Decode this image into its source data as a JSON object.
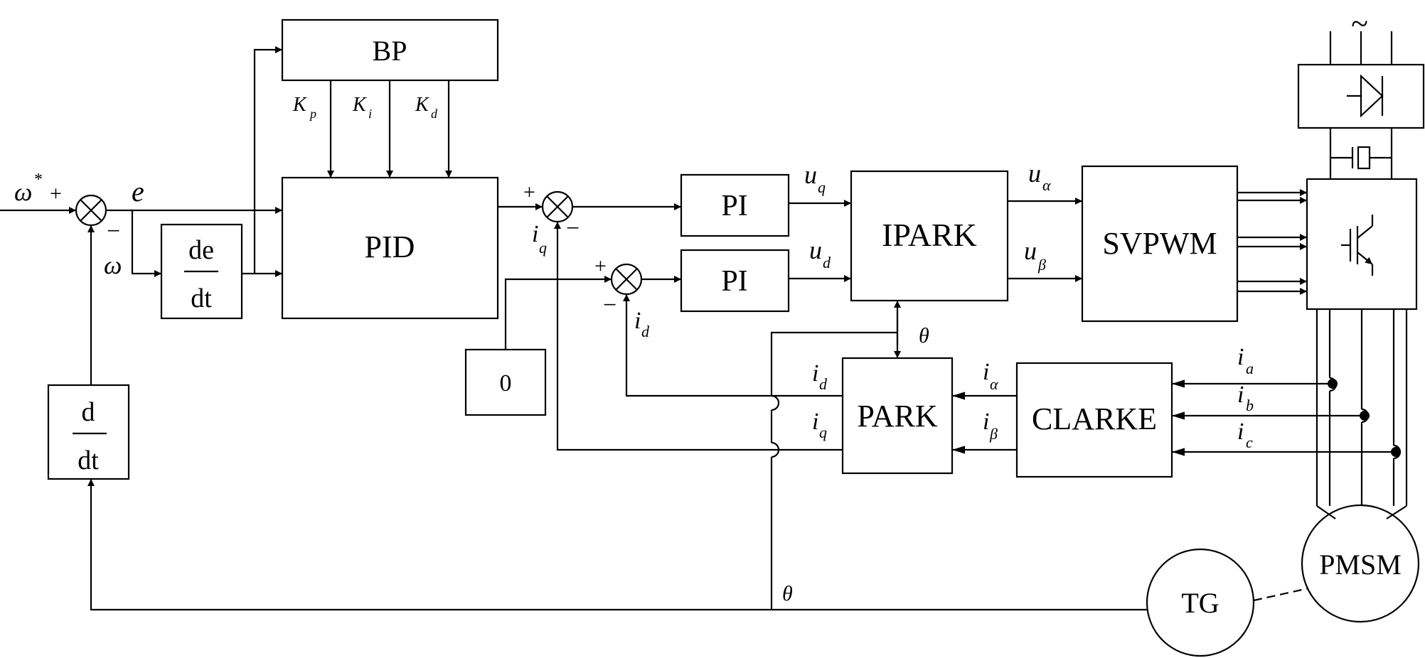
{
  "blocks": {
    "bp": "BP",
    "pid": "PID",
    "deriv_e_num": "de",
    "deriv_e_den": "dt",
    "deriv_w_num": "d",
    "deriv_w_den": "dt",
    "pi_q": "PI",
    "pi_d": "PI",
    "ipark": "IPARK",
    "svpwm": "SVPWM",
    "park": "PARK",
    "clarke": "CLARKE",
    "zero": "0",
    "pmsm": "PMSM",
    "tg": "TG"
  },
  "labels": {
    "omega_ref": "ω",
    "omega_ref_sup": "*",
    "plus": "+",
    "minus": "−",
    "e": "e",
    "omega_fb": "ω",
    "K": "K",
    "kp_sub": "p",
    "ki_sub": "i",
    "kd_sub": "d",
    "u": "u",
    "uq_sub": "q",
    "ud_sub": "d",
    "ua_sub": "α",
    "ub_sub": "β",
    "i": "i",
    "iq_sub": "q",
    "id_sub": "d",
    "ialpha_sub": "α",
    "ibeta_sub": "β",
    "ia_sub": "a",
    "ib_sub": "b",
    "ic_sub": "c",
    "theta": "θ",
    "tilde": "~"
  }
}
